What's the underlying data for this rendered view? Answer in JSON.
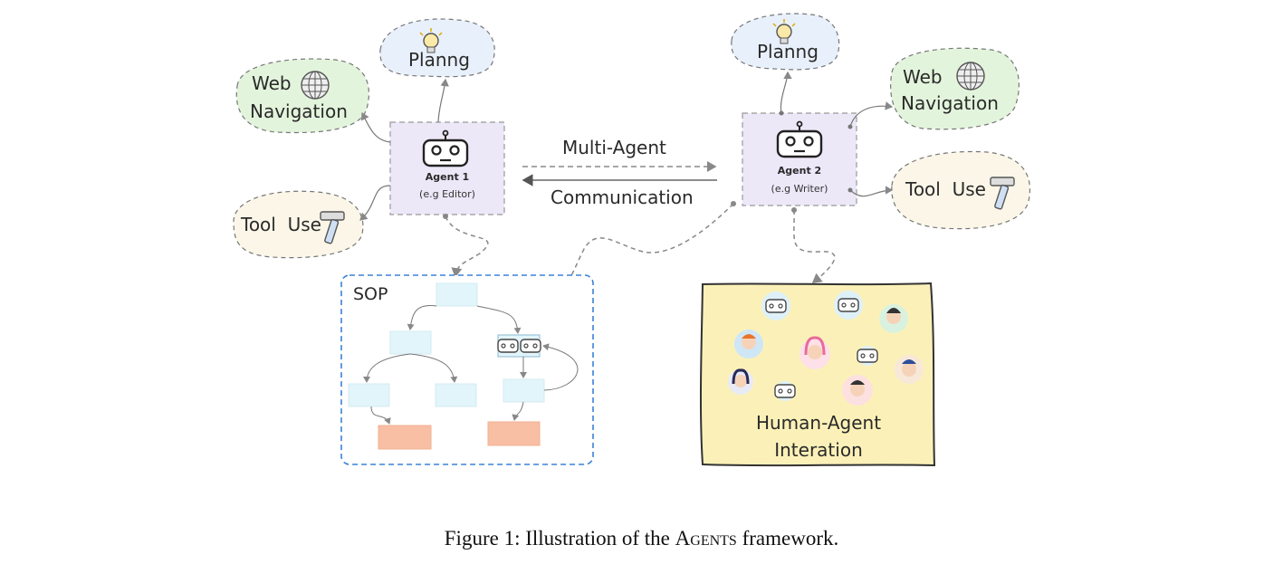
{
  "agent1": {
    "title": "Agent 1",
    "subtitle": "(e.g Editor)"
  },
  "agent2": {
    "title": "Agent 2",
    "subtitle": "(e.g Writer)"
  },
  "left_modules": {
    "planning": "Planng",
    "web_line1": "Web",
    "web_line2": "Navigation",
    "tool_use": "Tool  Use"
  },
  "right_modules": {
    "planning": "Planng",
    "web_line1": "Web",
    "web_line2": "Navigation",
    "tool_use": "Tool  Use"
  },
  "communication": {
    "line1": "Multi-Agent",
    "line2": "Communication"
  },
  "sop": {
    "title": "SOP"
  },
  "human_agent": {
    "line1": "Human-Agent",
    "line2": "Interation"
  },
  "caption": {
    "prefix": "Figure 1: Illustration of the ",
    "framework": "Agents",
    "suffix": " framework."
  },
  "icons": [
    "robot-icon",
    "lightbulb-icon",
    "globe-icon",
    "hammer-icon",
    "person-avatar-icon"
  ],
  "colors": {
    "agent_box": "#ece8f8",
    "planning_blob": "#e8f0fb",
    "web_blob": "#e3f4dc",
    "tool_blob": "#fbf6e8",
    "sop_border": "#3b82d6",
    "sop_node": "#e2f5fa",
    "sop_leaf": "#f8bfa5",
    "human_panel": "#fbf1b8"
  }
}
